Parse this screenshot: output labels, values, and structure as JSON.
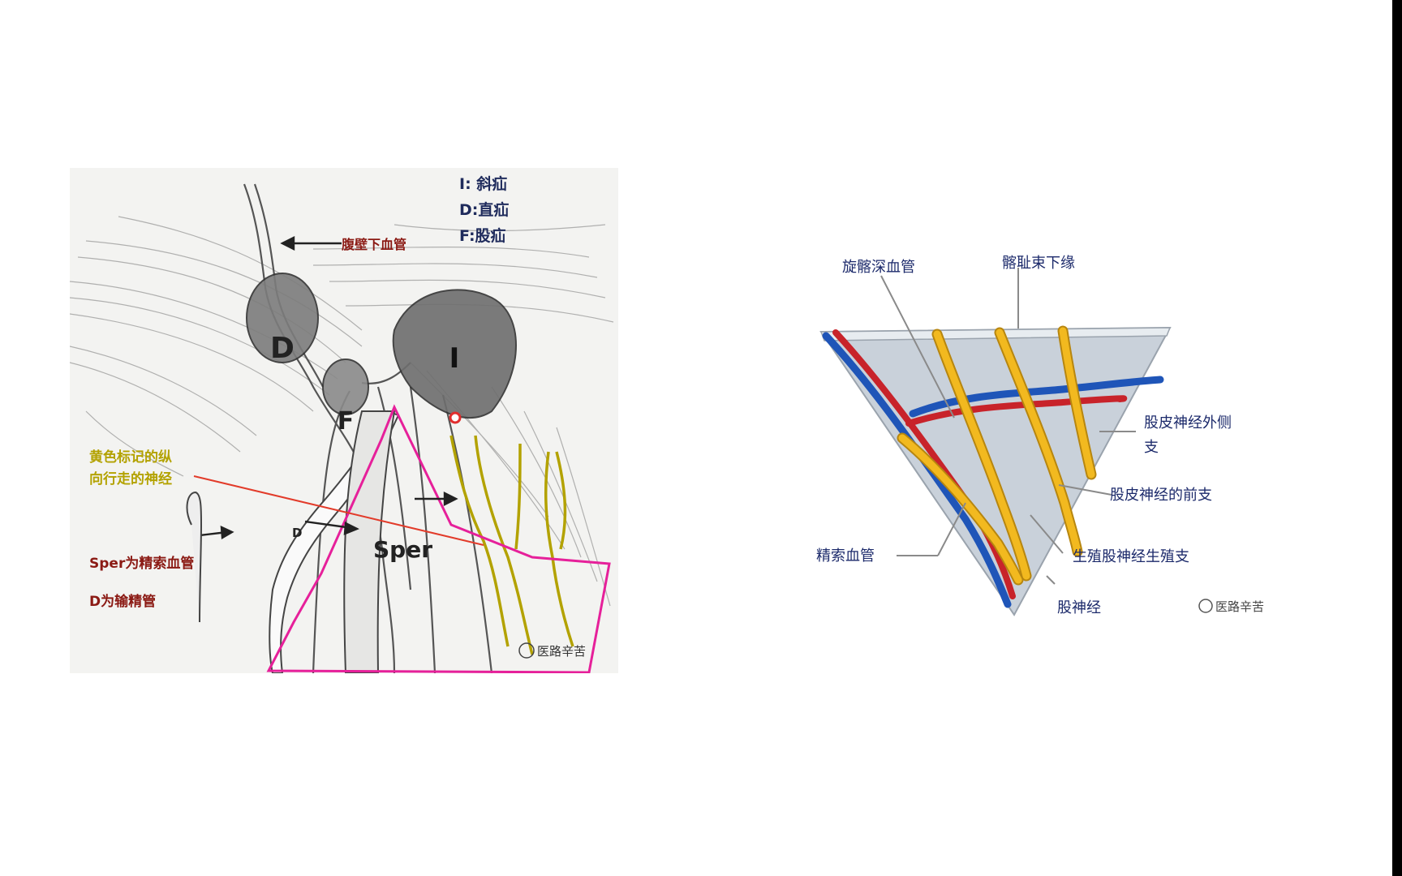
{
  "left_figure": {
    "legend": {
      "i": "I: 斜疝",
      "d": "D:直疝",
      "f": "F:股疝"
    },
    "vessel_label": "腹壁下血管",
    "hernia_labels": {
      "direct": "D",
      "femoral": "F",
      "indirect": "I"
    },
    "nerve_note_line1": "黄色标记的纵",
    "nerve_note_line2": "向行走的神经",
    "sper_note": "Sper为精索血管",
    "d_note": "D为输精管",
    "sper_label": "Sper",
    "d_label": "D",
    "watermark": "医路辛苦"
  },
  "right_figure": {
    "labels": {
      "deep_circumflex": "旋髂深血管",
      "iliopubic_tract": "髂耻束下缘",
      "lat_femoral_cut_1": "股皮神经外侧",
      "lat_femoral_cut_2": "支",
      "ant_branch": "股皮神经的前支",
      "genital_branch": "生殖股神经生殖支",
      "spermatic_vessels": "精索血管",
      "femoral_nerve": "股神经"
    },
    "watermark": "医路辛苦"
  },
  "colors": {
    "dark_red": "#8b1a14",
    "navy": "#1f2b5c",
    "olive_yellow": "#b3a200",
    "magenta": "#e6209a",
    "nerve_yellow": "#f2b91f",
    "vessel_red": "#c8232a",
    "vessel_blue": "#1f55b8"
  }
}
